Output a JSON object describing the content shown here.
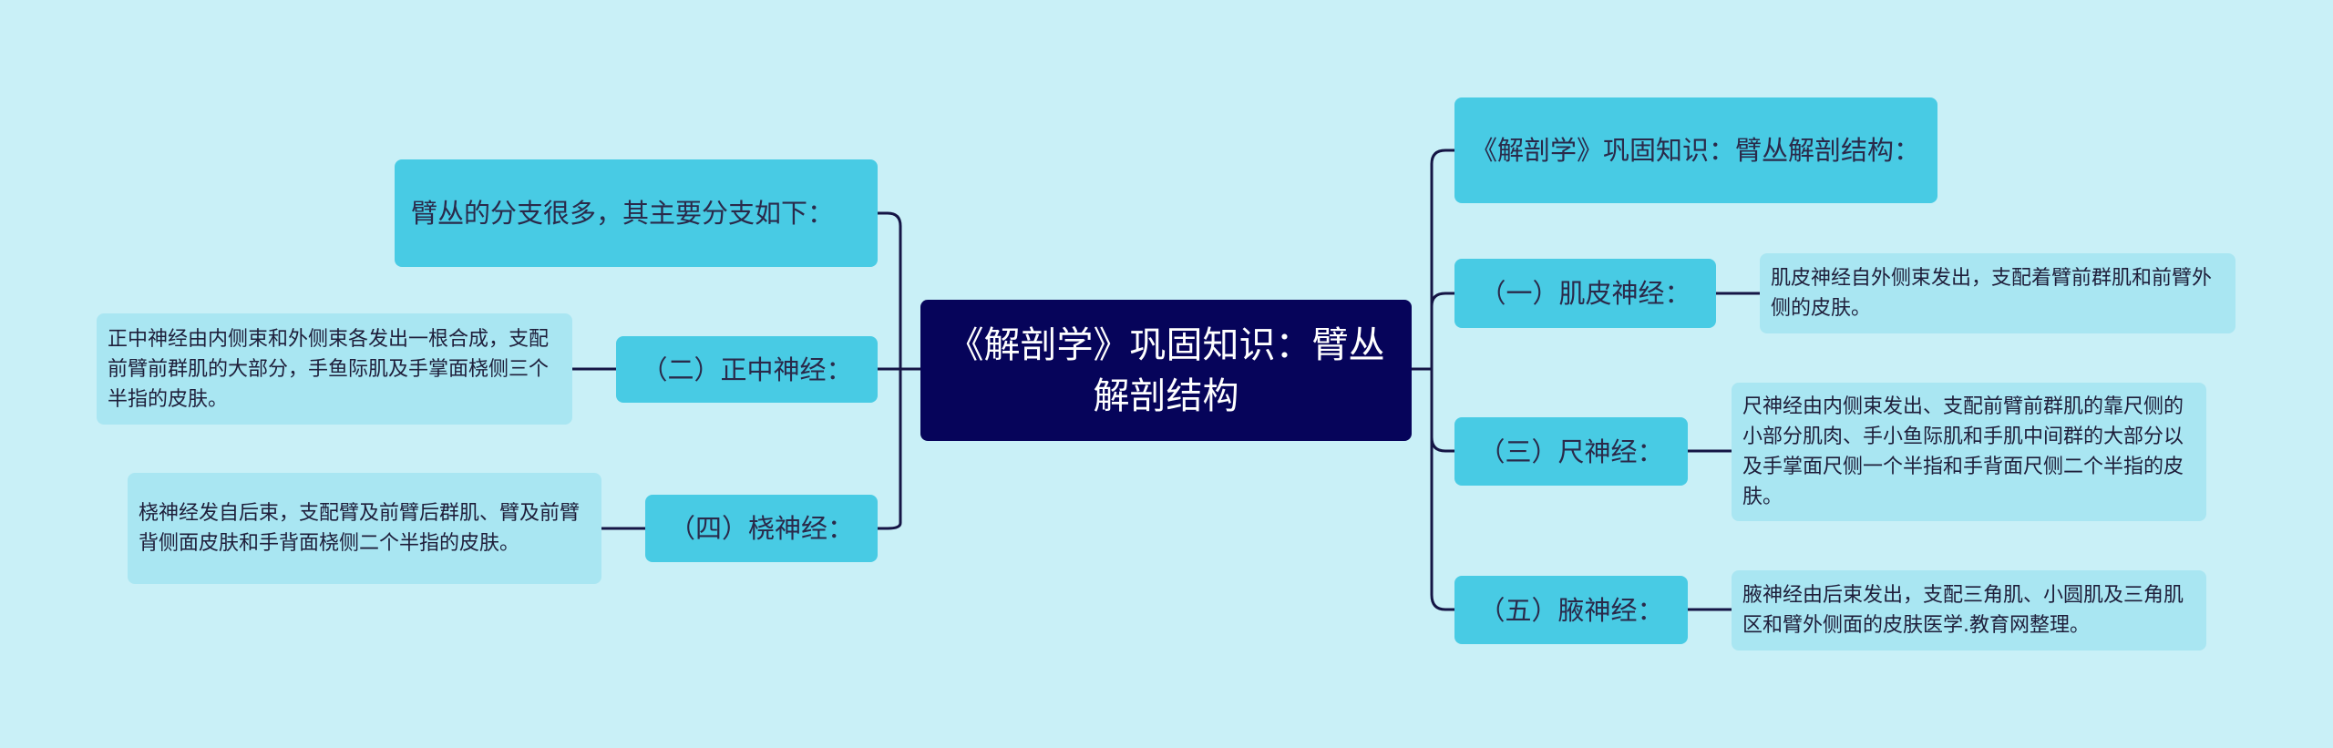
{
  "root": {
    "title": "《解剖学》巩固知识：臂丛解剖结构"
  },
  "left": {
    "intro": "臂丛的分支很多，其主要分支如下：",
    "median": {
      "label": "（二）正中神经：",
      "desc": "正中神经由内侧束和外侧束各发出一根合成，支配前臂前群肌的大部分，手鱼际肌及手掌面桡侧三个半指的皮肤。"
    },
    "radial": {
      "label": "（四）桡神经：",
      "desc": "桡神经发自后束，支配臂及前臂后群肌、臂及前臂背侧面皮肤和手背面桡侧二个半指的皮肤。"
    }
  },
  "right": {
    "title": "《解剖学》巩固知识：臂丛解剖结构：",
    "musculocutaneous": {
      "label": "（一）肌皮神经：",
      "desc": "肌皮神经自外侧束发出，支配着臂前群肌和前臂外侧的皮肤。"
    },
    "ulnar": {
      "label": "（三）尺神经：",
      "desc": "尺神经由内侧束发出、支配前臂前群肌的靠尺侧的小部分肌肉、手小鱼际肌和手肌中间群的大部分以及手掌面尺侧一个半指和手背面尺侧二个半指的皮肤。"
    },
    "axillary": {
      "label": "（五）腋神经：",
      "desc": "腋神经由后束发出，支配三角肌、小圆肌及三角肌区和臂外侧面的皮肤医学.教育网整理。"
    }
  },
  "colors": {
    "background": "#c9f0f7",
    "root_fill": "#06045a",
    "branch_fill": "#48cbe4",
    "leaf_fill": "#a9e6f2",
    "connector": "#151545"
  }
}
